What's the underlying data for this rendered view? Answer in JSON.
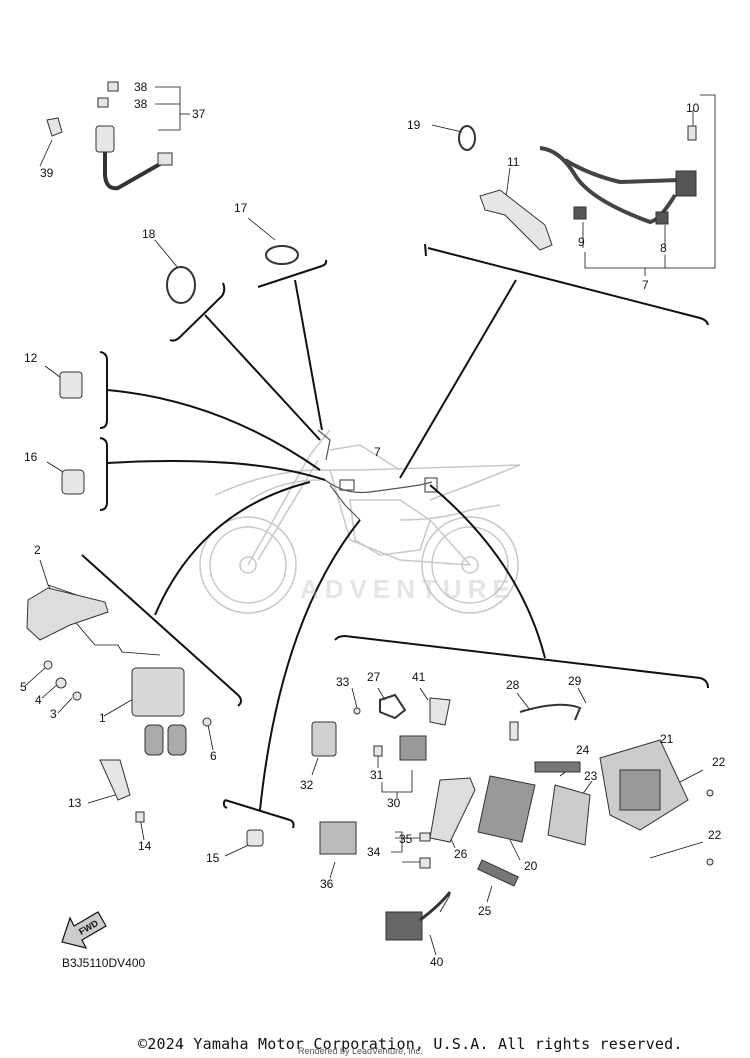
{
  "diagram": {
    "code": "B3J5110DV400",
    "copyright": "©2024 Yamaha Motor Corporation, U.S.A. All rights reserved.",
    "rendered_by": "Rendered by LeadVenture, Inc.",
    "watermark": "ADVENTURE",
    "fwd_label": "FWD",
    "part_numbers": {
      "p1": "1",
      "p2": "2",
      "p3": "3",
      "p4": "4",
      "p5": "5",
      "p6": "6",
      "p7a": "7",
      "p7b": "7",
      "p8": "8",
      "p9": "9",
      "p10": "10",
      "p11": "11",
      "p12": "12",
      "p13": "13",
      "p14": "14",
      "p15": "15",
      "p16": "16",
      "p17": "17",
      "p18": "18",
      "p19": "19",
      "p20": "20",
      "p21": "21",
      "p22a": "22",
      "p22b": "22",
      "p23": "23",
      "p24": "24",
      "p25": "25",
      "p26": "26",
      "p27": "27",
      "p28": "28",
      "p29": "29",
      "p30": "30",
      "p31": "31",
      "p32": "32",
      "p33": "33",
      "p34": "34",
      "p35": "35",
      "p36": "36",
      "p37": "37",
      "p38a": "38",
      "p38b": "38",
      "p39": "39",
      "p40": "40",
      "p41": "41"
    }
  }
}
